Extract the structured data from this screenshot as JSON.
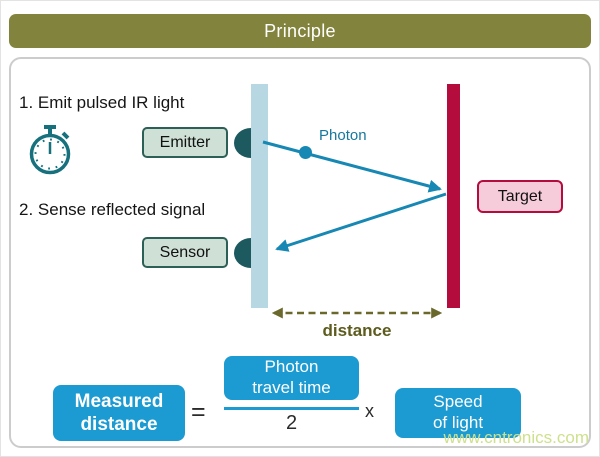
{
  "header": {
    "title": "Principle"
  },
  "steps": [
    {
      "text": "1. Emit pulsed IR light"
    },
    {
      "text": "2. Sense reflected signal"
    }
  ],
  "labels": {
    "emitter": "Emitter",
    "sensor": "Sensor",
    "target": "Target",
    "photon": "Photon",
    "distance": "distance"
  },
  "formula": {
    "measured": "Measured\ndistance",
    "equals": "=",
    "numerator": "Photon\ntravel time",
    "denominator": "2",
    "times": "x",
    "speed": "Speed\nof light"
  },
  "watermark": {
    "text": "www.cntronics.com"
  },
  "icons": {
    "stopwatch": "stopwatch-icon",
    "photon_dot": "photon-dot",
    "emitted_ray": "arrow-right-icon",
    "reflected_ray": "arrow-left-icon",
    "distance_arrow": "double-arrow-icon"
  },
  "colors": {
    "header_bg": "#82843d",
    "panel_border": "#cccccc",
    "ray_teal": "#1787b3",
    "device_bar_light_blue": "#b7d7e2",
    "target_bar_crimson": "#b50c3e",
    "emitter_sensor_fill": "#cfe0d6",
    "emitter_sensor_border": "#2c5f55",
    "lens_dark_teal": "#1d5a60",
    "target_fill": "#f6cbda",
    "target_border": "#b50c3e",
    "olive_text": "#5d5c1e",
    "formula_blue": "#1c9ad2",
    "watermark_green": "#cde18d"
  }
}
